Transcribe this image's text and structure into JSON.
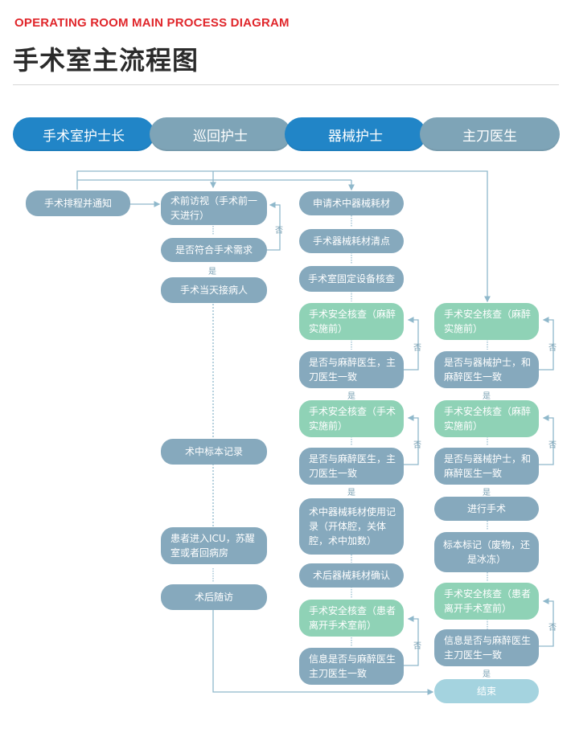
{
  "header": {
    "title_en": "OPERATING ROOM MAIN PROCESS DIAGRAM",
    "title_cn": "手术室主流程图"
  },
  "lanes": [
    "手术室护士长",
    "巡回护士",
    "器械护士",
    "主刀医生"
  ],
  "nodes": {
    "n_notify": "手术排程并通知",
    "n_visit": "术前访视（手术前一天进行）",
    "n_meet": "是否符合手术需求",
    "n_receive": "手术当天接病人",
    "n_record": "术中标本记录",
    "n_icu": "患者进入ICU，苏醒室或者回病房",
    "n_follow": "术后随访",
    "s_apply": "申请术中器械耗材",
    "s_count": "手术器械耗材清点",
    "s_fixed": "手术室固定设备核查",
    "s_check1": "手术安全核查（麻醉实施前）",
    "s_q1": "是否与麻醉医生，主刀医生一致",
    "s_check2": "手术安全核查（手术实施前）",
    "s_q2": "是否与麻醉医生，主刀医生一致",
    "s_usage": "术中器械耗材使用记录（开体腔，关体腔，术中加数）",
    "s_confirm": "术后器械耗材确认",
    "s_check3": "手术安全核查（患者离开手术室前）",
    "s_q3": "信息是否与麻醉医生主刀医生一致",
    "d_check1": "手术安全核查（麻醉实施前）",
    "d_q1": "是否与器械护士，和麻醉医生一致",
    "d_check2": "手术安全核查（麻醉实施前）",
    "d_q2": "是否与器械护士，和麻醉医生一致",
    "d_surgery": "进行手术",
    "d_mark": "标本标记（废物，还是冰冻）",
    "d_check3": "手术安全核查（患者离开手术室前）",
    "d_q3": "信息是否与麻醉医生主刀医生一致",
    "d_end": "结束"
  },
  "labels": {
    "yes": "是",
    "no": "否"
  },
  "colors": {
    "lane_active": "#2185c7",
    "lane_inactive": "#7ea4b7",
    "node_blue": "#86a9bd",
    "node_green": "#8fd2b6",
    "node_end": "#a4d3df",
    "connector": "#8fb8cb",
    "title_red": "#e0262b"
  }
}
